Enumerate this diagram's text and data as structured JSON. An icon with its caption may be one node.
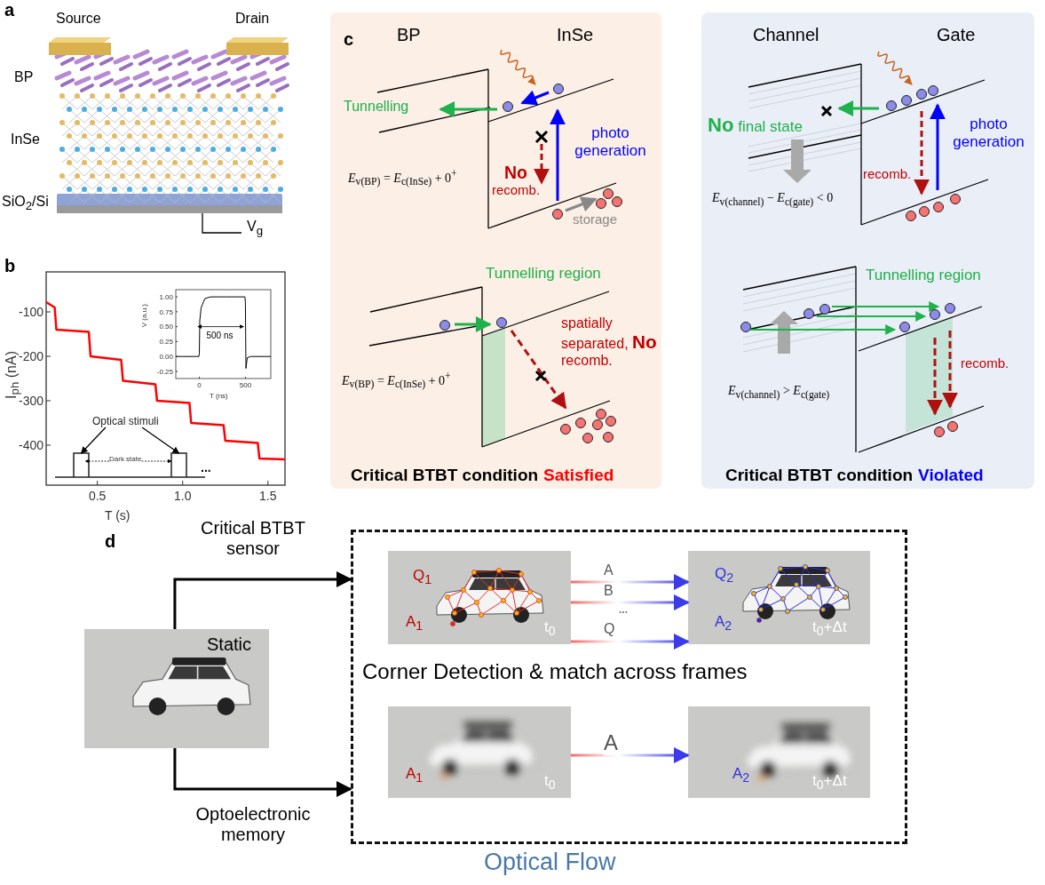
{
  "diagram": {
    "nodes": [
      {
        "text": [
          "Optical stimuli"
        ]
      },
      {
        "text": [
          "Static"
        ]
      },
      {
        "text": [
          "Corner Detection & match across frames",
          "Optical Flow"
        ]
      },
      {
        "text": [
          "Q$_{1}$",
          "A$_{1}$",
          "t$_{0}$"
        ],
        "in": 2
      },
      {
        "text": [
          "Q$_{2}$",
          "A$_{2}$",
          "t$_{0}$+Δt"
        ],
        "in": 2
      },
      {
        "text": [
          "A$_{1}$",
          "t$_{0}$"
        ],
        "in": 2
      },
      {
        "text": [
          "A$_{2}$",
          "t$_{0}$+Δt"
        ],
        "in": 2
      },
      {
        "text": [],
        "shape": "pulse"
      },
      {
        "text": [],
        "shape": "pulse"
      }
    ],
    "edges": [
      {
        "from": 0,
        "to": 7,
        "arrow": "to"
      },
      {
        "from": 0,
        "to": 8,
        "arrow": "to"
      },
      {
        "from": 1,
        "to": 2,
        "arrow": "to",
        "label": "Critical BTBT sensor"
      },
      {
        "from": 1,
        "to": 2,
        "arrow": "to",
        "label": "Optoelectronic memory"
      },
      {
        "from": 3,
        "to": 4,
        "arrow": "to",
        "label": "A",
        "color": "#3b3bea"
      },
      {
        "from": 3,
        "to": 4,
        "arrow": "to",
        "label": "B",
        "color": "#3b3bea"
      },
      {
        "from": 3,
        "to": 4,
        "arrow": "to",
        "label": "Q",
        "color": "#3b3bea"
      },
      {
        "from": 5,
        "to": 6,
        "arrow": "to",
        "label": "A",
        "color": "#3b3bea"
      },
      {
        "from": 7,
        "to": 8,
        "arrow": "both",
        "style": "dashed",
        "label": "Dark state"
      }
    ],
    "labels": [
      "a",
      "Source",
      "Drain",
      "BP",
      "InSe",
      "SiO$_{2}$/Si",
      "V$_{g}$",
      "b",
      "...",
      "c",
      "BP",
      "InSe",
      "Tunnelling",
      "photo generation",
      "**No** recomb.",
      "storage",
      "*E*$_{v(BP)}$ = *E*$_{c(InSe)}$ + 0$^{+}$",
      "Tunnelling region",
      "spatially separated, **No** recomb.",
      "*E*$_{v(BP)}$ = *E*$_{c(InSe)}$ + 0$^{+}$",
      "Critical BTBT condition",
      "Satisfied",
      "Channel",
      "Gate",
      "**No** final state",
      "photo generation",
      "recomb.",
      "*E*$_{v(channel)}$ − *E*$_{c(gate)}$ < 0",
      "Tunnelling region",
      "recomb.",
      "*E*$_{v(channel)}$ > *E*$_{c(gate)}$",
      "Critical BTBT condition",
      "Violated",
      "d",
      "..."
    ],
    "chart_data": [
      {
        "type": "line",
        "xlabel": "T (s)",
        "ylabel": "I$_{ph}$ (nA)",
        "x": [
          0.2,
          0.25,
          0.26,
          0.45,
          0.46,
          0.64,
          0.65,
          0.84,
          0.85,
          1.04,
          1.05,
          1.24,
          1.25,
          1.44,
          1.45,
          1.6
        ],
        "series": [
          {
            "color": "#ff0000",
            "values": [
              -78,
              -90,
              -140,
              -145,
              -200,
              -208,
              -255,
              -263,
              -300,
              -305,
              -350,
              -355,
              -390,
              -395,
              -430,
              -432
            ]
          }
        ],
        "xlim": [
          0.2,
          1.6
        ],
        "ylim": [
          -490,
          -10
        ],
        "xticks": [
          {
            "value": 0.5,
            "label": "0.5"
          },
          {
            "value": 1,
            "label": "1.0"
          },
          {
            "value": 1.5,
            "label": "1.5"
          }
        ],
        "yticks": [
          -100,
          -200,
          -300,
          -400
        ]
      },
      {
        "type": "line",
        "xlabel": "T (ns)",
        "ylabel": "V (a.u.)",
        "x": [
          -250,
          -5,
          0,
          5,
          20,
          60,
          120,
          300,
          495,
          500,
          505,
          520,
          560,
          775
        ],
        "series": [
          {
            "color": "#000000",
            "values": [
              0,
              0,
              0.05,
              0.6,
              0.82,
              0.97,
              1,
              1,
              1,
              0.9,
              -0.2,
              -0.02,
              0,
              0
            ]
          }
        ],
        "xlim": [
          -255,
          775
        ],
        "ylim": [
          -0.37,
          1.12
        ],
        "xticks": [
          0,
          500
        ],
        "yticks": [
          {
            "value": 1,
            "label": "1.00"
          },
          {
            "value": 0.75,
            "label": "0.75"
          },
          {
            "value": 0.5,
            "label": "0.50"
          },
          {
            "value": 0.25,
            "label": "0.25"
          },
          {
            "value": 0,
            "label": "0.00"
          },
          {
            "value": -0.25,
            "label": "-0.25"
          }
        ],
        "annotations": [
          "500 ns"
        ]
      }
    ]
  }
}
